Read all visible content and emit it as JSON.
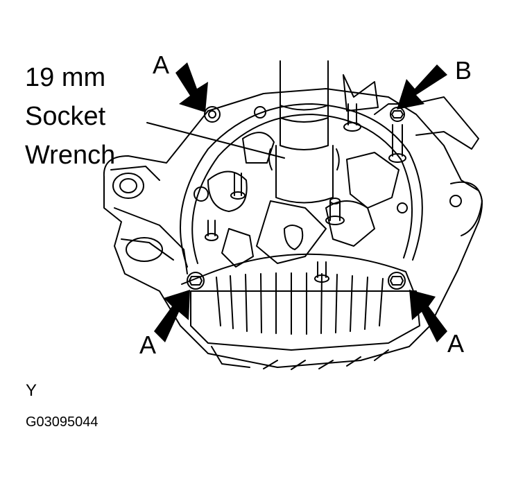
{
  "diagram": {
    "socket_label": [
      "19 mm",
      "Socket",
      "Wrench"
    ],
    "callouts": {
      "top_left": "A",
      "top_right": "B",
      "bottom_left": "A",
      "bottom_right": "A"
    },
    "view_label": "Y",
    "figure_code": "G03095044",
    "colors": {
      "ink": "#000000",
      "paper": "#ffffff"
    }
  }
}
